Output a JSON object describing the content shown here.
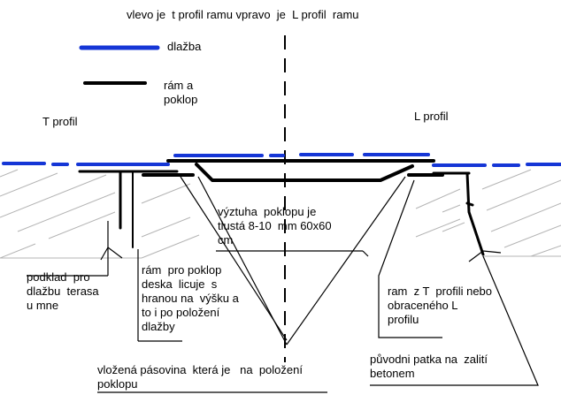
{
  "title": "vlevo je  t profil ramu vpravo  je  L profil  ramu",
  "legend": [
    {
      "key": "pavement",
      "label": "dlažba",
      "color": "#1536d6"
    },
    {
      "key": "frame",
      "label": "rám a\npoklop",
      "color": "#000000"
    }
  ],
  "side_labels": {
    "left": "T profil",
    "right": "L profil"
  },
  "annotations": {
    "reinforcement": "výztuha  poklopu je\ntlustá 8-10  mm 60x60\ncm",
    "base_layer": "podklad  pro\ndlažbu  terasa\nu mne",
    "frame_note": "rám  pro poklop\ndeska  licuje  s\nhranou na  výšku a\nto i po položení\ndlažby",
    "t_frame_note": "ram  z T  profili nebo\nobraceného L\nprofilu",
    "original_foot": "původni patka na  zalití\nbetonem",
    "inserted_strip": "vložená pásovina  která je   na  položení\npoklopu"
  },
  "colors": {
    "pavement": "#1536d6",
    "frame": "#000000",
    "hatch": "#b4b4b4"
  }
}
